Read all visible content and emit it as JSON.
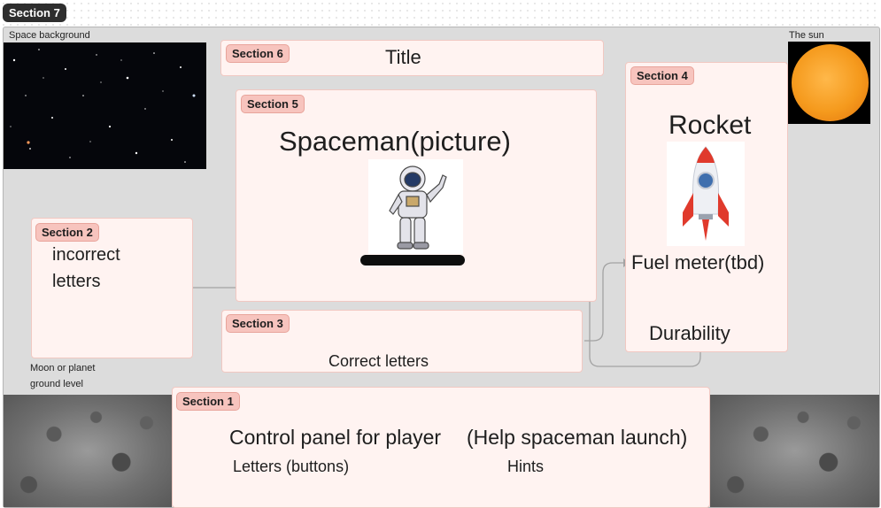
{
  "frame": {
    "tag": "Section 7"
  },
  "labels": {
    "space_background": "Space background",
    "the_sun": "The sun",
    "moon_line1": "Moon or planet",
    "moon_line2": "ground level"
  },
  "sections": {
    "s1": {
      "tag": "Section 1",
      "line1a": "Control panel for player",
      "line1b": "(Help spaceman launch)",
      "line2a": "Letters (buttons)",
      "line2b": "Hints"
    },
    "s2": {
      "tag": "Section 2",
      "line1": "incorrect",
      "line2": "letters"
    },
    "s3": {
      "tag": "Section 3",
      "text": "Correct letters"
    },
    "s4": {
      "tag": "Section 4",
      "title": "Rocket",
      "fuel": "Fuel meter(tbd)",
      "durability": "Durability"
    },
    "s5": {
      "tag": "Section 5",
      "title": "Spaceman(picture)"
    },
    "s6": {
      "tag": "Section 6",
      "title": "Title"
    }
  },
  "colors": {
    "section_fill": "#fff3f1",
    "section_tag": "#f7c4be",
    "frame_fill": "#dcdcdc",
    "connector": "#9e9e9e"
  },
  "icons": [
    "space-image",
    "sun-image",
    "moon-surface-image",
    "astronaut-image",
    "rocket-image"
  ]
}
